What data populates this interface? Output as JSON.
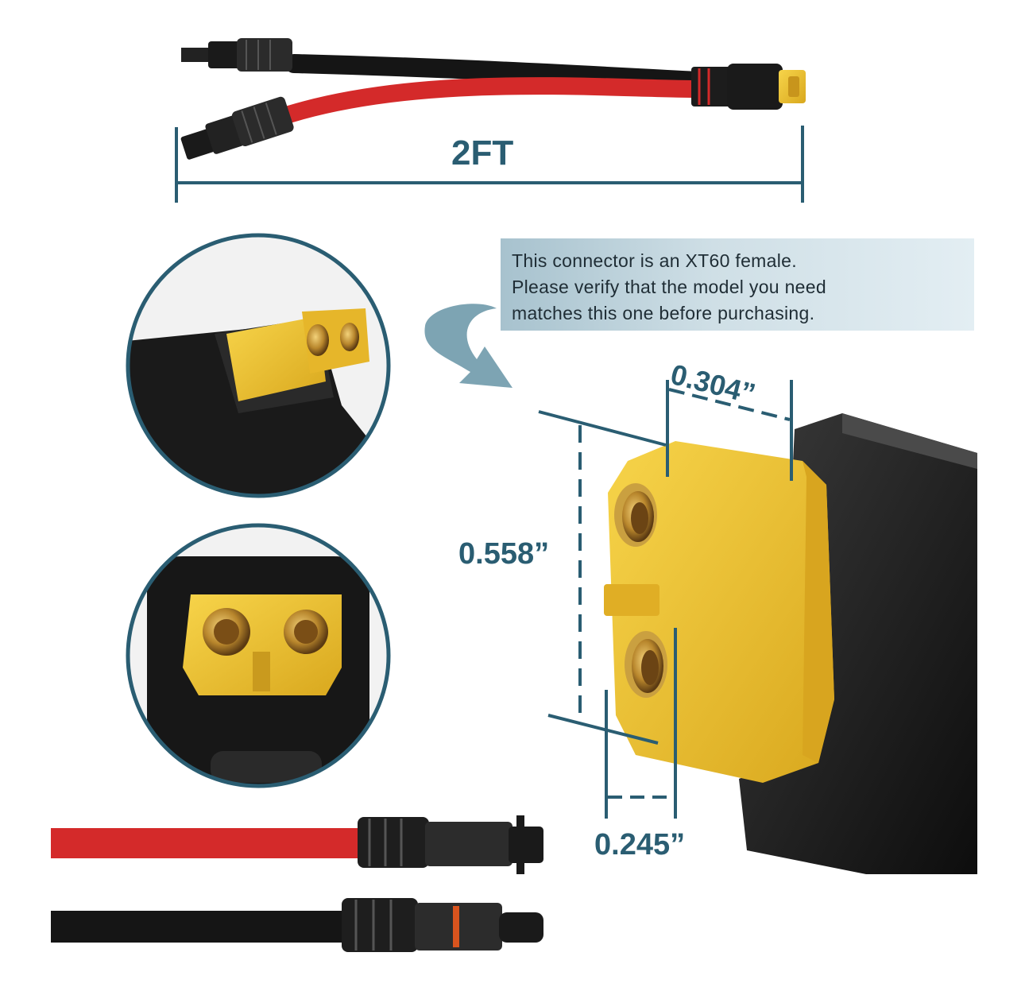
{
  "product_image": {
    "length_label": "2FT",
    "callout": {
      "line1": "This connector is an XT60 female.",
      "line2": "Please verify that the model you need",
      "line3": "matches this one before purchasing."
    },
    "dimensions": {
      "width_top": "0.304”",
      "height": "0.558”",
      "width_bottom": "0.245”"
    },
    "colors": {
      "accent": "#2a5d72",
      "cable_red": "#d42a2a",
      "cable_black": "#151515",
      "connector_yellow": "#f2c530",
      "callout_bg": "#c4d8e0"
    }
  }
}
